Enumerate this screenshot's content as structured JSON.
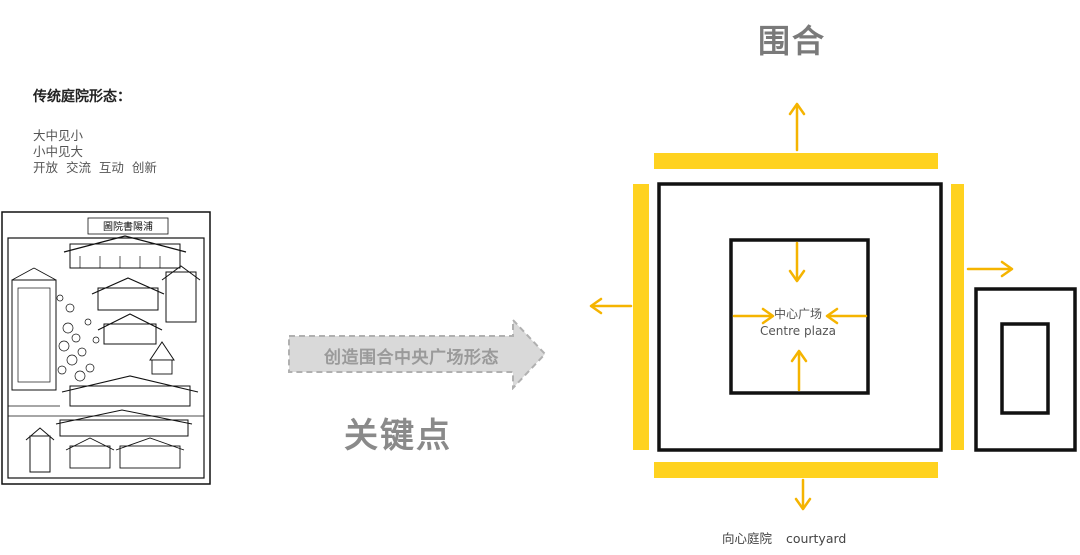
{
  "left_panel": {
    "heading": "传统庭院形态：",
    "lines": [
      "大中见小",
      "小中见大",
      "开放  交流  互动  创新"
    ],
    "engraving_title": "圖院書陽浦"
  },
  "arrow": {
    "label": "创造围合中央广场形态",
    "fill_color": "#d9d9d9",
    "stroke_color": "#b0b0b0"
  },
  "key_point": "关键点",
  "diagram": {
    "title": "围合",
    "centre_label_cn": "中心广场",
    "centre_label_en": "Centre plaza",
    "caption": "向心庭院  courtyard",
    "colors": {
      "yellow": "#ffd21f",
      "arrow": "#f5b400",
      "line": "#111111"
    }
  }
}
